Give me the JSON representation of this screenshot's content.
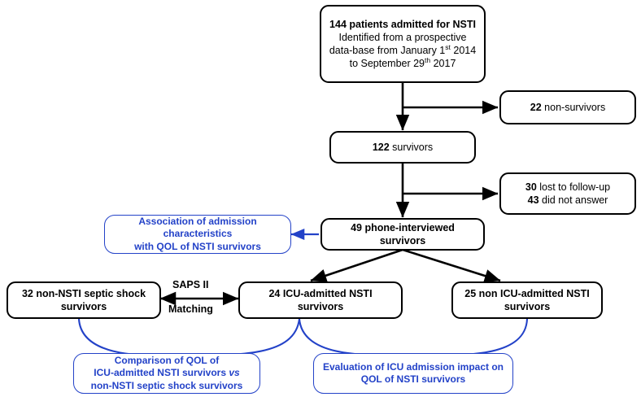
{
  "figure": {
    "type": "flowchart",
    "title": "NSTI patient study flow diagram",
    "colors": {
      "outcome_box_border": "#000000",
      "analysis_box_border": "#2342c8",
      "analysis_box_text": "#2342c8",
      "connector_black": "#000000",
      "connector_blue": "#2342c8",
      "background": "#ffffff"
    }
  },
  "nodes": {
    "enrolled": {
      "count": "144",
      "line1_bold": "144 patients admitted for NSTI",
      "line2": "Identified from a prospective",
      "line3_pre": "data-base from January 1",
      "line3_sup": "st",
      "line3_post": " 2014",
      "line4_pre": "to September 29",
      "line4_sup": "th",
      "line4_post": " 2017"
    },
    "non_survivors": {
      "count": "22",
      "label": " non-survivors"
    },
    "survivors": {
      "count": "122",
      "label": " survivors"
    },
    "lost": {
      "line1_count": "30",
      "line1_label": " lost to follow-up",
      "line2_count": "43",
      "line2_label": " did not answer"
    },
    "interviewed": {
      "count": "49",
      "label": "49 phone-interviewed survivors"
    },
    "septic_shock": {
      "count": "32",
      "line1": "32 non-NSTI septic shock",
      "line2": "survivors"
    },
    "icu_admitted": {
      "count": "24",
      "label": "24 ICU-admitted NSTI survivors"
    },
    "non_icu_admitted": {
      "count": "25",
      "line1": "25 non ICU-admitted NSTI",
      "line2": "survivors"
    }
  },
  "analysis_boxes": {
    "association": {
      "line1": "Association of admission characteristics",
      "line2": "with QOL of NSTI survivors"
    },
    "comparison": {
      "line1": "Comparison of QOL of",
      "line2_pre": "ICU-admitted NSTI survivors ",
      "line2_italic": "vs",
      "line3": "non-NSTI septic shock survivors"
    },
    "evaluation": {
      "line1": "Evaluation of ICU admission impact on",
      "line2": "QOL of NSTI survivors"
    }
  },
  "edge_labels": {
    "saps": "SAPS II",
    "matching": "Matching"
  }
}
